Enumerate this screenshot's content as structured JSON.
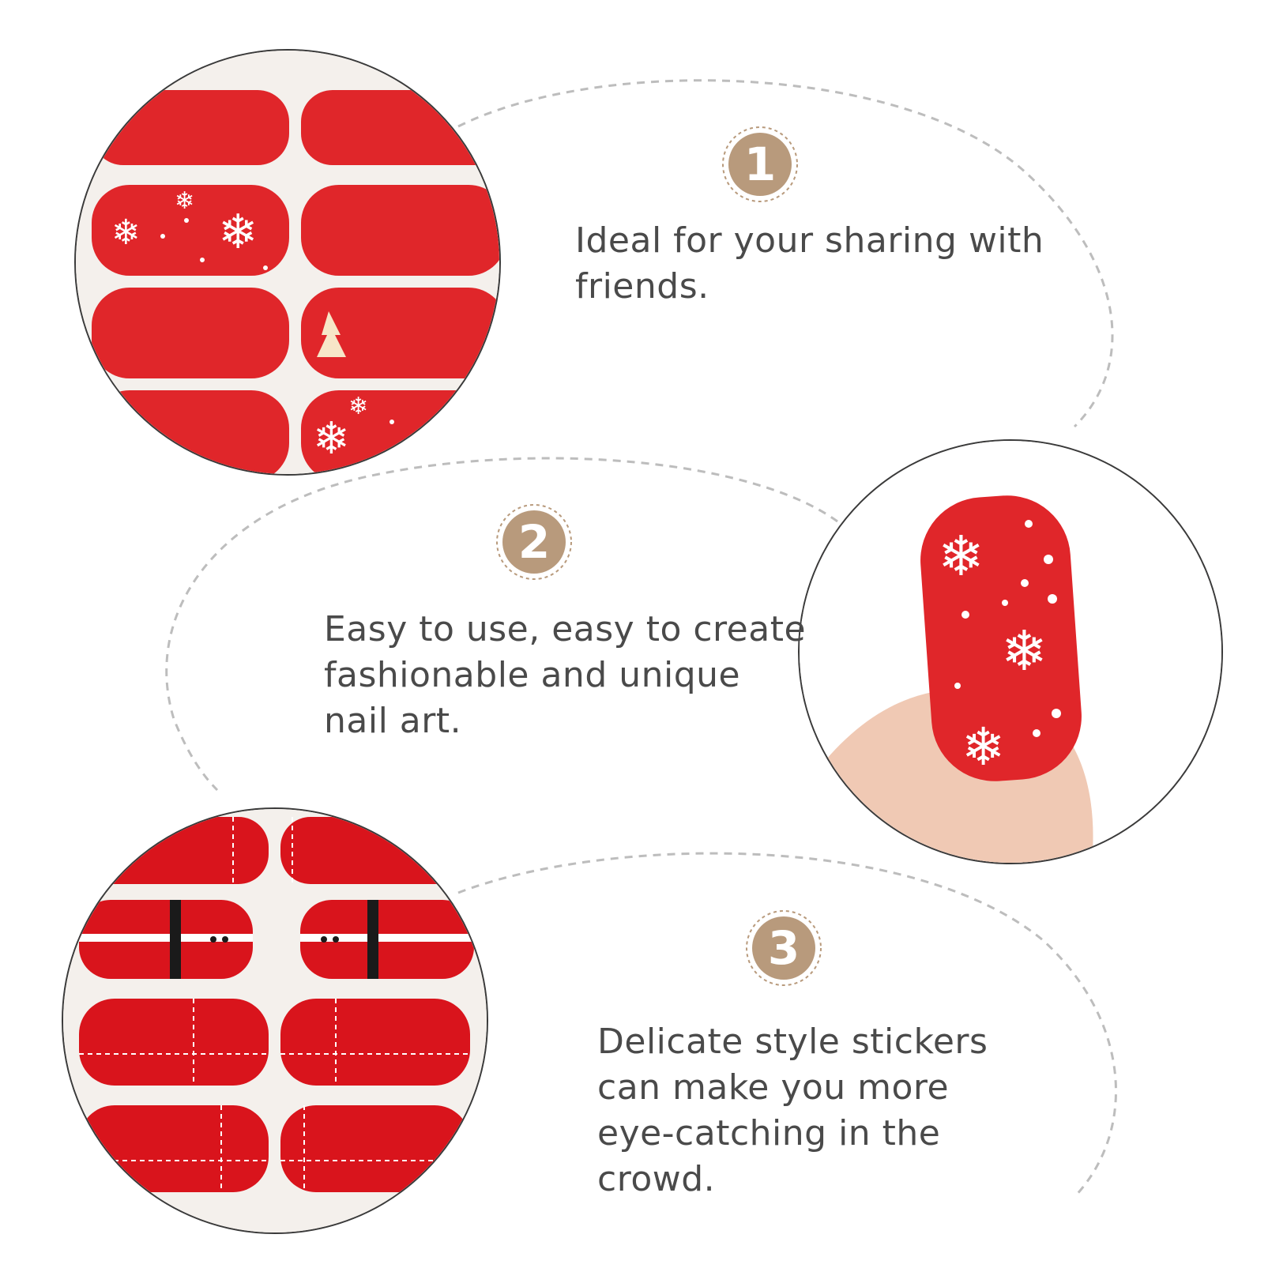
{
  "features": [
    {
      "number": "1",
      "text": "Ideal for your sharing with\nfriends."
    },
    {
      "number": "2",
      "text": "Easy to use, easy to create\nfashionable and unique\nnail art."
    },
    {
      "number": "3",
      "text": "Delicate style stickers\ncan make you more\neye-catching in the\ncrowd."
    }
  ],
  "colors": {
    "badge": "#b89a7c",
    "nail_red": "#e0262a",
    "dash": "#b9b9b9",
    "text": "#4a4a4a"
  },
  "images": [
    {
      "name": "snowflake-nail-sheet-photo"
    },
    {
      "name": "finger-with-nail-sticker-photo"
    },
    {
      "name": "santa-belt-nail-sheet-photo"
    }
  ]
}
